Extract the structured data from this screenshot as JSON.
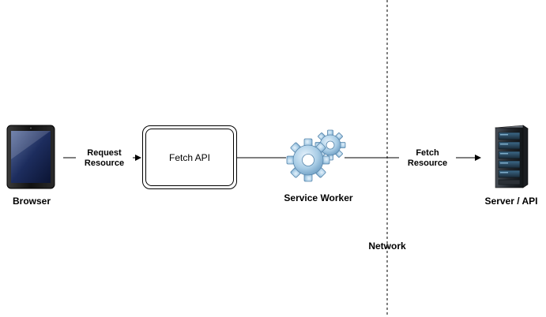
{
  "nodes": {
    "browser": {
      "label": "Browser"
    },
    "fetch_api": {
      "label": "Fetch API"
    },
    "service_worker": {
      "label": "Service Worker"
    },
    "server": {
      "label": "Server / API"
    },
    "network": {
      "label": "Network"
    }
  },
  "edges": {
    "request_resource": {
      "line1": "Request",
      "line2": "Resource"
    },
    "fetch_resource": {
      "line1": "Fetch",
      "line2": "Resource"
    }
  },
  "icons": {
    "browser": "tablet-icon",
    "service_worker": "gears-icon",
    "server": "server-rack-icon"
  }
}
